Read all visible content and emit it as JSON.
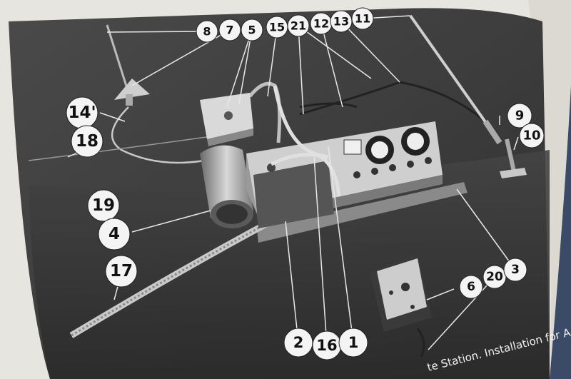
{
  "photo": {
    "caption": "te Station.   Installation for A.C"
  },
  "callouts": [
    {
      "id": "c8",
      "label": "8"
    },
    {
      "id": "c7",
      "label": "7"
    },
    {
      "id": "c5",
      "label": "5"
    },
    {
      "id": "c15",
      "label": "15"
    },
    {
      "id": "c21",
      "label": "21"
    },
    {
      "id": "c12",
      "label": "12"
    },
    {
      "id": "c13",
      "label": "13"
    },
    {
      "id": "c11",
      "label": "11"
    },
    {
      "id": "c14",
      "label": "14'"
    },
    {
      "id": "c18",
      "label": "18"
    },
    {
      "id": "c19",
      "label": "19"
    },
    {
      "id": "c4",
      "label": "4"
    },
    {
      "id": "c17",
      "label": "17"
    },
    {
      "id": "c9",
      "label": "9"
    },
    {
      "id": "c10",
      "label": "10"
    },
    {
      "id": "c6",
      "label": "6"
    },
    {
      "id": "c20",
      "label": "20"
    },
    {
      "id": "c3",
      "label": "3"
    },
    {
      "id": "c2",
      "label": "2"
    },
    {
      "id": "c16",
      "label": "16"
    },
    {
      "id": "c1",
      "label": "1"
    }
  ]
}
